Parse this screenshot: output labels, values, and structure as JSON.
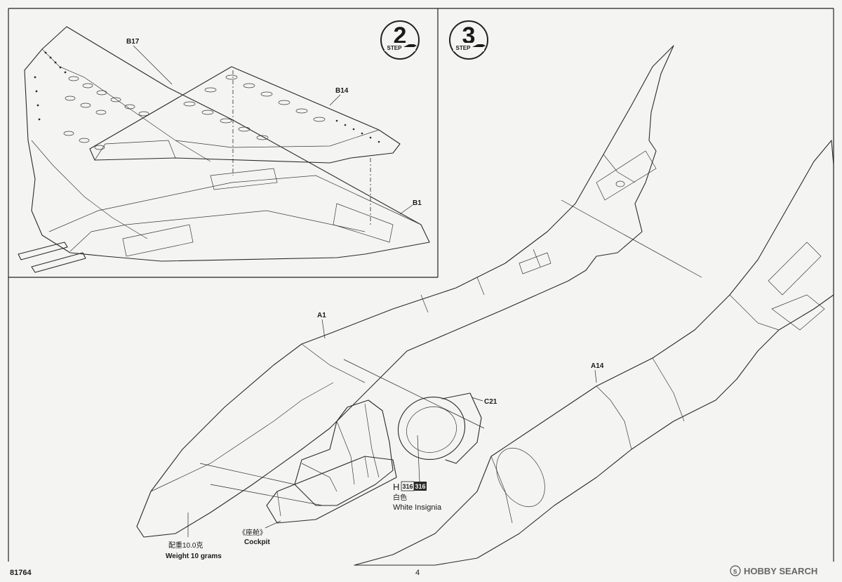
{
  "steps": [
    {
      "number": "2",
      "label": "STEP"
    },
    {
      "number": "3",
      "label": "STEP"
    }
  ],
  "parts": {
    "b17": "B17",
    "b14": "B14",
    "b1": "B1",
    "a1": "A1",
    "a14": "A14",
    "c21": "C21"
  },
  "paint": {
    "code": "H",
    "code_box_1": "316",
    "code_box_2": "316",
    "name_cn": "白色",
    "name_en": "White Insignia"
  },
  "cockpit": {
    "cn": "《座舱》",
    "en": "Cockpit"
  },
  "weight": {
    "cn": "配重10.0克",
    "en": "Weight 10 grams"
  },
  "footer": {
    "kit_number": "81764",
    "page_number": "4",
    "watermark_brand": "HOBBY SEARCH"
  }
}
